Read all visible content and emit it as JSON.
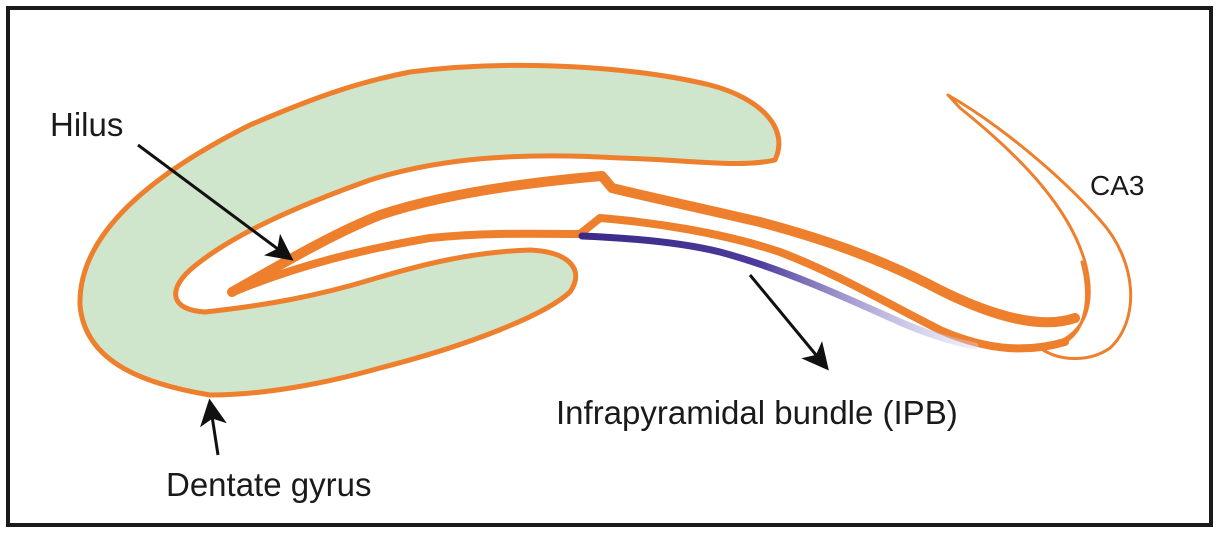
{
  "labels": {
    "hilus": "Hilus",
    "ca3": "CA3",
    "ipb": "Infrapyramidal bundle (IPB)",
    "dentate_gyrus": "Dentate gyrus"
  },
  "colors": {
    "dentate_fill": "#cfe6cc",
    "outline": "#ee7f2d",
    "ipb_dark": "#3b2a86",
    "ipb_light": "#b7aee0",
    "arrow": "#111111",
    "frame": "#1a1a1a",
    "background": "#ffffff"
  }
}
